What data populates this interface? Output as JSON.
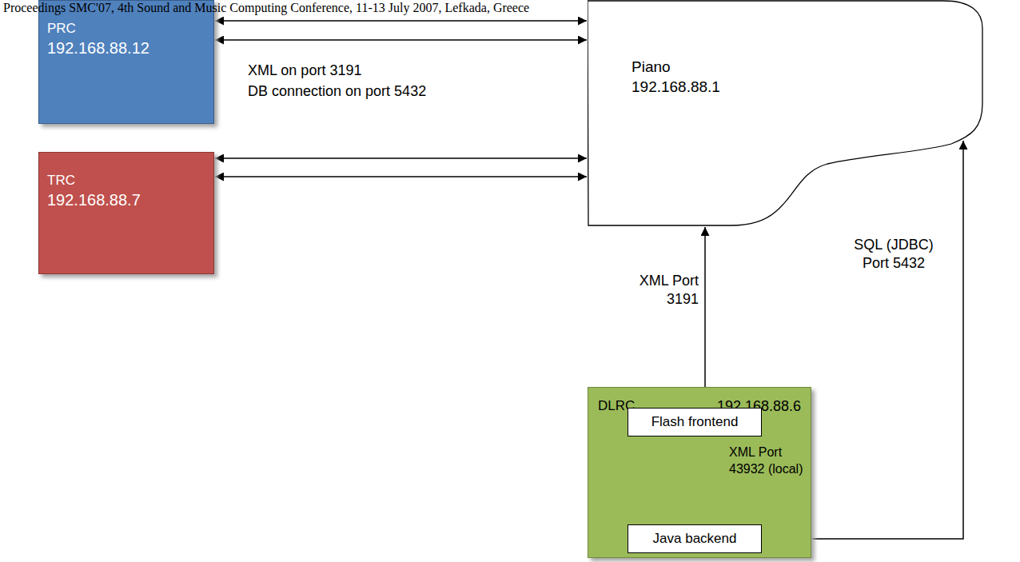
{
  "diagram": {
    "nodes": [
      {
        "text": [
          "PRC",
          "192.168.88.12"
        ]
      },
      {
        "text": [
          "TRC",
          "192.168.88.7"
        ]
      },
      {
        "text": [
          "Piano",
          "192.168.88.1"
        ]
      },
      {
        "text": [
          "DLRC",
          "192.168.88.6"
        ]
      },
      {
        "text": [
          "Flash frontend"
        ],
        "in": 3
      },
      {
        "text": [
          "Java backend"
        ],
        "in": 3
      }
    ],
    "edges": [
      {
        "from": 0,
        "to": 2,
        "arrow": "both"
      },
      {
        "from": 0,
        "to": 2,
        "arrow": "both"
      },
      {
        "from": 1,
        "to": 2,
        "arrow": "both"
      },
      {
        "from": 1,
        "to": 2,
        "arrow": "both"
      },
      {
        "from": 2,
        "to": 4,
        "label": "XML Port 3191",
        "arrow": "both"
      },
      {
        "from": 4,
        "to": 5,
        "label": "XML Port 43932 (local)",
        "arrow": "both"
      },
      {
        "from": 5,
        "to": 2,
        "label": "SQL (JDBC) Port 5432",
        "arrow": "both"
      }
    ],
    "labels": [
      "Proceedings SMC'07, 4th Sound and Music Computing Conference, 11-13 July 2007, Lefkada, Greece",
      "XML on port 3191",
      "DB connection on port 5432"
    ]
  }
}
